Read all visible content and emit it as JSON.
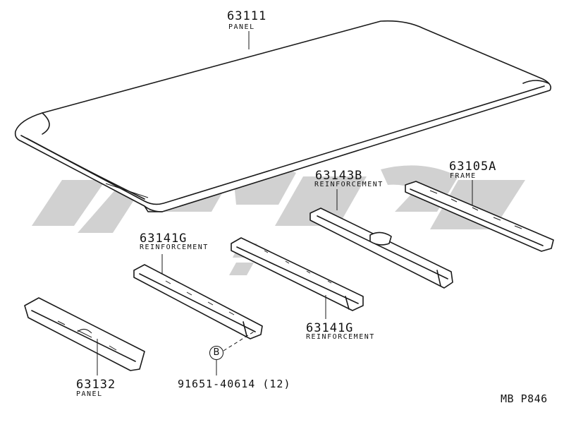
{
  "parts": {
    "roof_panel": {
      "number": "63111",
      "name": "PANEL"
    },
    "frame": {
      "number": "63105A",
      "name": "FRAME"
    },
    "reinforcement_b": {
      "number": "63143B",
      "name": "REINFORCEMENT"
    },
    "reinforcement_g_left": {
      "number": "63141G",
      "name": "REINFORCEMENT"
    },
    "reinforcement_g_right": {
      "number": "63141G",
      "name": "REINFORCEMENT"
    },
    "rear_panel": {
      "number": "63132",
      "name": "PANEL"
    },
    "clip": {
      "callout": "B",
      "number": "91651-40614",
      "qty": "(12)"
    }
  },
  "diagram_code": "MB P846"
}
